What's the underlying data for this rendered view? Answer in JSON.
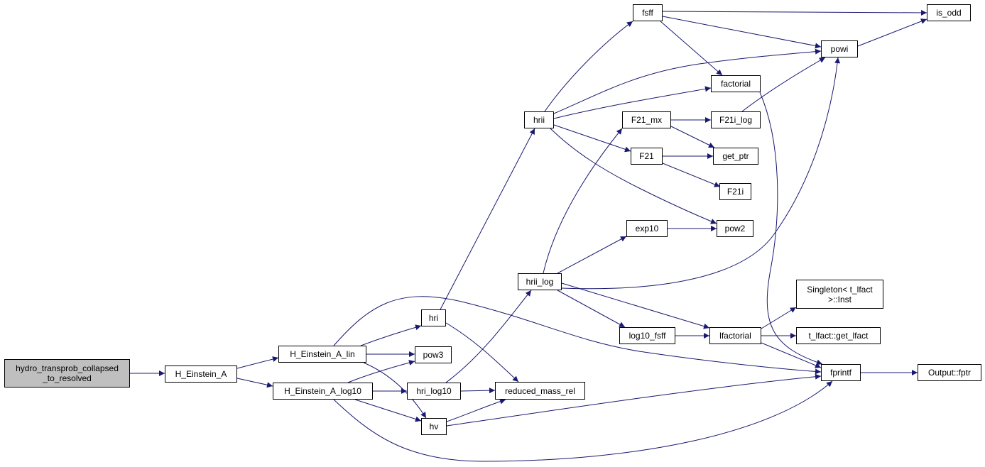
{
  "nodes": {
    "root": {
      "label": "hydro_transprob_collapsed\n_to_resolved"
    },
    "hea": {
      "label": "H_Einstein_A"
    },
    "hea_lin": {
      "label": "H_Einstein_A_lin"
    },
    "hea_log": {
      "label": "H_Einstein_A_log10"
    },
    "hri": {
      "label": "hri"
    },
    "pow3": {
      "label": "pow3"
    },
    "hri_log": {
      "label": "hri_log10"
    },
    "hv": {
      "label": "hv"
    },
    "hrii": {
      "label": "hrii"
    },
    "hrii_log": {
      "label": "hrii_log"
    },
    "redmass": {
      "label": "reduced_mass_rel"
    },
    "fsff": {
      "label": "fsff"
    },
    "f21mx": {
      "label": "F21_mx"
    },
    "f21": {
      "label": "F21"
    },
    "exp10": {
      "label": "exp10"
    },
    "log10fsff": {
      "label": "log10_fsff"
    },
    "factorial": {
      "label": "factorial"
    },
    "f21ilog": {
      "label": "F21i_log"
    },
    "getptr": {
      "label": "get_ptr"
    },
    "f21i": {
      "label": "F21i"
    },
    "pow2": {
      "label": "pow2"
    },
    "lfact": {
      "label": "lfactorial"
    },
    "singleton": {
      "label": "Singleton< t_lfact\n>::Inst"
    },
    "getlfact": {
      "label": "t_lfact::get_lfact"
    },
    "fprintf": {
      "label": "fprintf"
    },
    "powi": {
      "label": "powi"
    },
    "isodd": {
      "label": "is_odd"
    },
    "fptr": {
      "label": "Output::fptr"
    }
  },
  "colors": {
    "edge": "#191970",
    "node_border": "#000000",
    "root_fill": "#bfbfbf",
    "node_fill": "#ffffff"
  }
}
